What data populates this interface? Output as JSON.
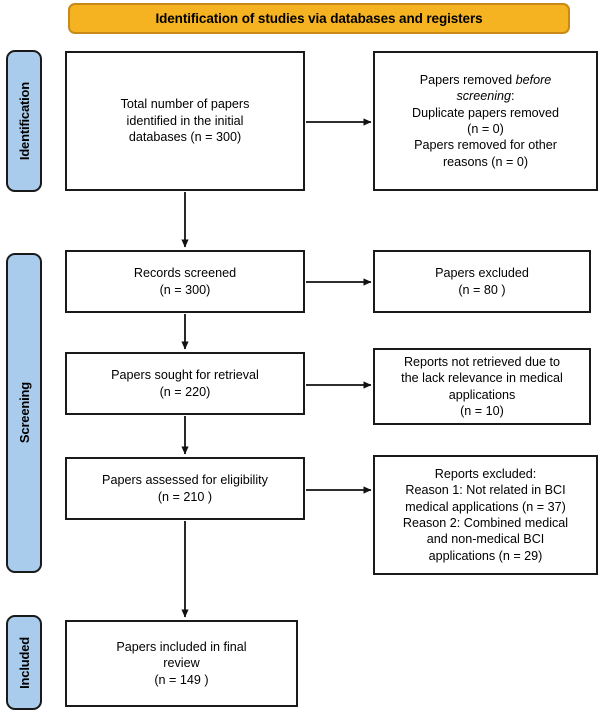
{
  "banner": {
    "title": "Identification of studies via databases and registers",
    "fill": "#F5B322",
    "border": "#C88A16"
  },
  "stages": [
    {
      "label": "Identification"
    },
    {
      "label": "Screening"
    },
    {
      "label": "Included"
    }
  ],
  "stage_color": "#A9CBEC",
  "boxes": {
    "total_identified": {
      "line1": "Total number of papers",
      "line2": "identified in the initial",
      "line3": "databases (n = 300)"
    },
    "removed_before": {
      "line1_pre": "Papers removed ",
      "line1_em": "before",
      "line2_em": "screening",
      "line2_post": ":",
      "line3": "Duplicate papers removed",
      "line4": "(n = 0)",
      "line5": "Papers removed for other",
      "line6": "reasons (n = 0)"
    },
    "records_screened": {
      "line1": "Records screened",
      "line2": "(n = 300)"
    },
    "papers_excluded": {
      "line1": "Papers excluded",
      "line2": "(n = 80 )"
    },
    "sought_retrieval": {
      "line1": "Papers sought for retrieval",
      "line2": "(n = 220)"
    },
    "not_retrieved": {
      "line1": "Reports not retrieved due to",
      "line2": "the lack relevance in medical",
      "line3": "applications",
      "line4": "(n = 10)"
    },
    "assessed_eligibility": {
      "line1": "Papers assessed for eligibility",
      "line2": "(n = 210 )"
    },
    "reports_excluded": {
      "line1": "Reports excluded:",
      "line2": "Reason 1: Not related in BCI",
      "line3": "medical applications  (n = 37)",
      "line4": "Reason 2: Combined medical",
      "line5": "and non-medical BCI",
      "line6": "applications (n = 29)"
    },
    "included_final": {
      "line1": "Papers included in final",
      "line2": "review",
      "line3": "(n = 149 )"
    }
  },
  "chart_data": {
    "type": "diagram",
    "title": "Identification of studies via databases and registers",
    "counts": {
      "identified_initial_databases": 300,
      "duplicates_removed": 0,
      "removed_other_reasons": 0,
      "records_screened": 300,
      "papers_excluded": 80,
      "sought_for_retrieval": 220,
      "not_retrieved": 10,
      "assessed_for_eligibility": 210,
      "excluded_reason_1_not_related_bci_medical": 37,
      "excluded_reason_2_combined_medical_and_non_medical_bci": 29,
      "included_in_final_review": 149
    }
  }
}
